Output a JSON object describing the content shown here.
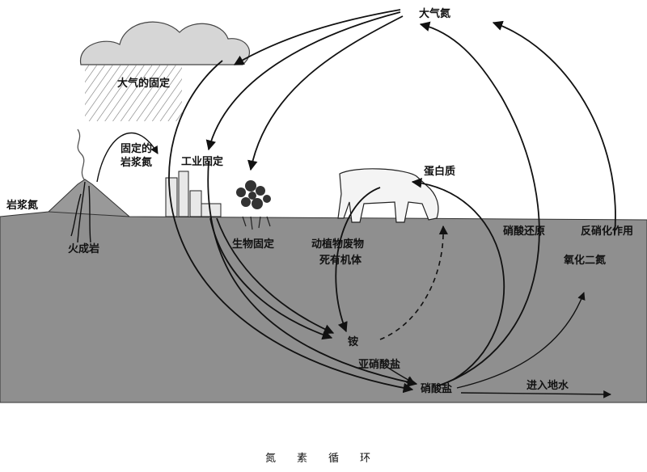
{
  "labels": {
    "atmospheric_nitrogen": "大气氮",
    "atmospheric_fixation": "大气的固定",
    "fixed_magma_nitrogen_1": "固定的",
    "fixed_magma_nitrogen_2": "岩浆氮",
    "industrial_fixation": "工业固定",
    "magma_nitrogen": "岩浆氮",
    "igneous_rock": "火成岩",
    "biological_fixation": "生物固定",
    "protein": "蛋白质",
    "waste_1": "动植物废物",
    "waste_2": "死有机体",
    "ammonium": "铵",
    "nitrite": "亚硝酸盐",
    "nitrate": "硝酸盐",
    "nitrate_reduction": "硝酸还原",
    "denitrification": "反硝化作用",
    "nitrous_oxide": "氧化二氮",
    "groundwater": "进入地水"
  },
  "caption": "氮素循环",
  "colors": {
    "ground": "#8f8f8f",
    "ink": "#111111",
    "cloud": "#d6d6d6"
  }
}
